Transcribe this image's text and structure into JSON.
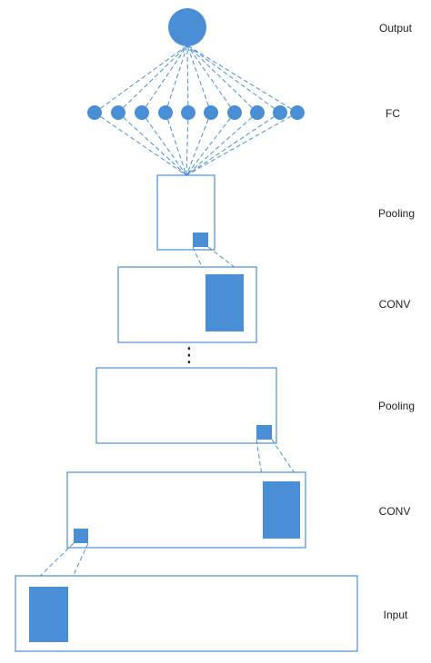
{
  "colors": {
    "stroke": "#4a8fd6",
    "fill": "#4a8fd6",
    "label": "#222222"
  },
  "labels": {
    "output": "Output",
    "fc": "FC",
    "pooling_top": "Pooling",
    "conv_top": "CONV",
    "ellipsis": "⋮",
    "pooling_bottom": "Pooling",
    "conv_bottom": "CONV",
    "input": "Input"
  }
}
